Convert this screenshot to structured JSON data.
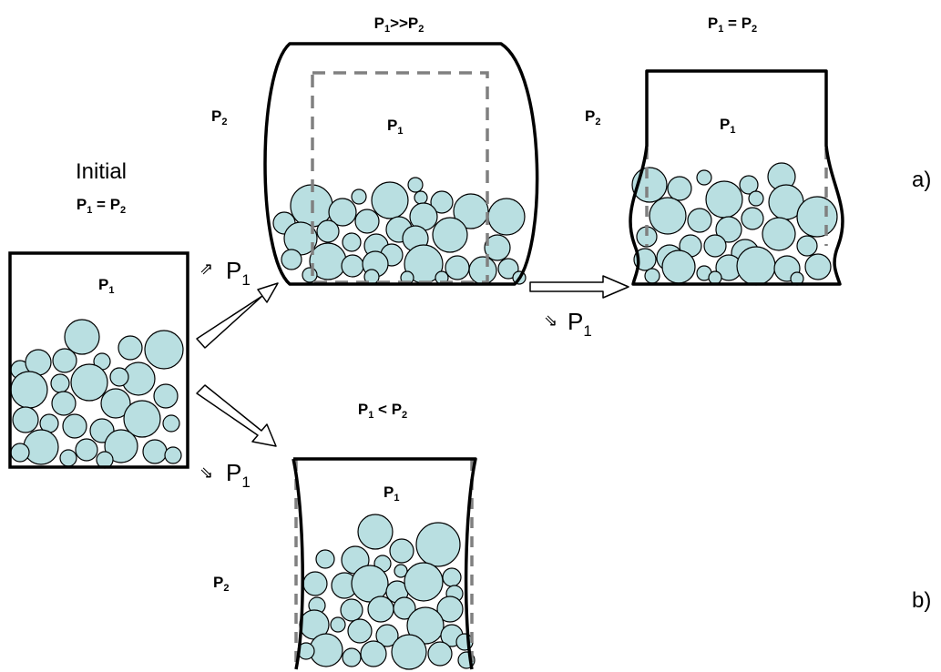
{
  "labels": {
    "initial_title": "Initial",
    "panel_a": "a)",
    "panel_b": "b)"
  },
  "pressure": {
    "P": "P",
    "sub1": "1",
    "sub2": "2",
    "eq": " = ",
    "gg": ">>",
    "lt": " < "
  },
  "arrows": {
    "up_glyph": "⇗",
    "down_glyph": "⇘"
  },
  "colors": {
    "particle_fill": "#b9dfe1",
    "outline": "#000000",
    "dashed": "#808080",
    "arrow_fill": "#ffffff"
  }
}
